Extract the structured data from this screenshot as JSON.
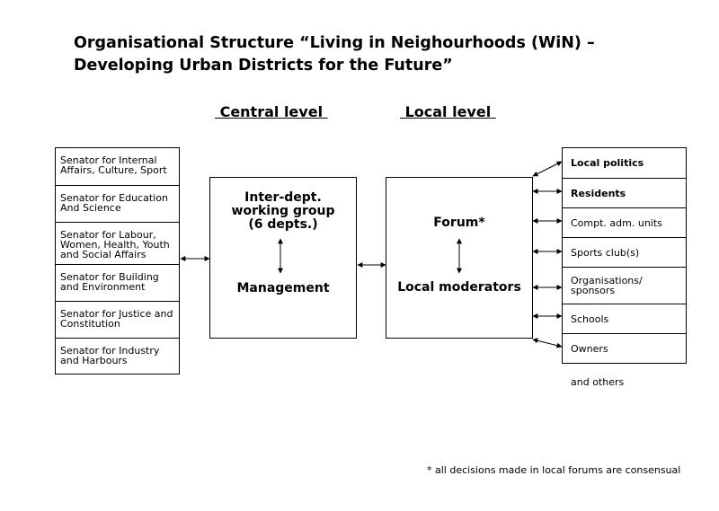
{
  "title": {
    "line1": "Organisational Structure “Living in Neighourhoods (WiN) –",
    "line2": "Developing Urban Districts for the Future”"
  },
  "headers": {
    "central": " Central level ",
    "local": " Local level "
  },
  "senators": [
    "Senator for Internal Affairs, Culture, Sport",
    "Senator for Education And Science",
    "Senator for Labour, Women, Health, Youth and Social Affairs",
    "Senator for Building and Environment",
    "Senator for Justice and Constitution",
    "Senator for Industry and Harbours"
  ],
  "central_box": {
    "top_line1": "Inter-dept.",
    "top_line2": "working group",
    "top_line3": "(6 depts.)",
    "bottom": "Management"
  },
  "local_box": {
    "top": "Forum*",
    "bottom": "Local moderators"
  },
  "participants": [
    {
      "label": "Local politics",
      "bold": true
    },
    {
      "label": "Residents",
      "bold": true
    },
    {
      "label": "Compt. adm. units",
      "bold": false
    },
    {
      "label": "Sports club(s)",
      "bold": false
    },
    {
      "label": "Organisations/ sponsors",
      "bold": false
    },
    {
      "label": "Schools",
      "bold": false
    },
    {
      "label": "Owners",
      "bold": false
    }
  ],
  "others": "and others",
  "footnote": "* all decisions made in local forums are consensual"
}
